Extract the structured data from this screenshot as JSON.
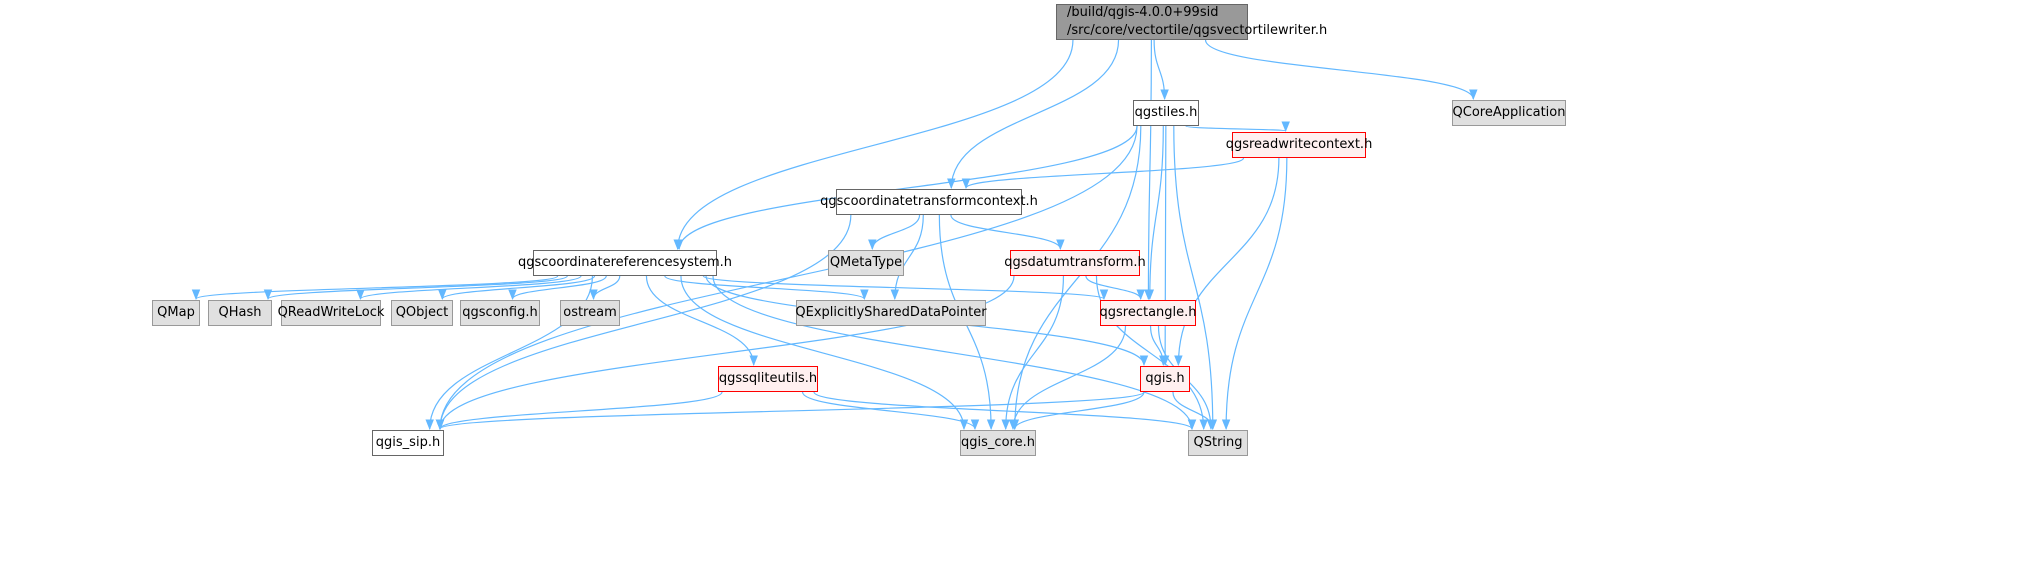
{
  "colors": {
    "edge": "#63b8ff",
    "root_fill": "#999999",
    "gray_fill": "#e0e0e0",
    "red_border": "#ff0000"
  },
  "nodes": [
    {
      "id": "root",
      "label": "/build/qgis-4.0.0+99sid\n/src/core/vectortile/qgsvectortilewriter.h",
      "style": "root"
    },
    {
      "id": "qgstiles",
      "label": "qgstiles.h",
      "style": "white"
    },
    {
      "id": "qcoreapp",
      "label": "QCoreApplication",
      "style": "gray"
    },
    {
      "id": "readwrite",
      "label": "qgsreadwritecontext.h",
      "style": "red"
    },
    {
      "id": "transformctx",
      "label": "qgscoordinatetransformcontext.h",
      "style": "white"
    },
    {
      "id": "crs",
      "label": "qgscoordinatereferencesystem.h",
      "style": "white"
    },
    {
      "id": "qmetatype",
      "label": "QMetaType",
      "style": "gray"
    },
    {
      "id": "datum",
      "label": "qgsdatumtransform.h",
      "style": "red"
    },
    {
      "id": "qmap",
      "label": "QMap",
      "style": "gray"
    },
    {
      "id": "qhash",
      "label": "QHash",
      "style": "gray"
    },
    {
      "id": "qrwlock",
      "label": "QReadWriteLock",
      "style": "gray"
    },
    {
      "id": "qobject",
      "label": "QObject",
      "style": "gray"
    },
    {
      "id": "qgsconfig",
      "label": "qgsconfig.h",
      "style": "gray"
    },
    {
      "id": "ostream",
      "label": "ostream",
      "style": "gray"
    },
    {
      "id": "qexplicit",
      "label": "QExplicitlySharedDataPointer",
      "style": "gray"
    },
    {
      "id": "rectangle",
      "label": "qgsrectangle.h",
      "style": "red"
    },
    {
      "id": "sqlite",
      "label": "qgssqliteutils.h",
      "style": "red"
    },
    {
      "id": "qgis",
      "label": "qgis.h",
      "style": "red"
    },
    {
      "id": "qgissip",
      "label": "qgis_sip.h",
      "style": "white"
    },
    {
      "id": "qgiscore",
      "label": "qgis_core.h",
      "style": "gray"
    },
    {
      "id": "qstring",
      "label": "QString",
      "style": "gray"
    }
  ],
  "edges": [
    [
      "root",
      "qgstiles"
    ],
    [
      "root",
      "qcoreapp"
    ],
    [
      "root",
      "crs"
    ],
    [
      "root",
      "transformctx"
    ],
    [
      "root",
      "rectangle"
    ],
    [
      "qgstiles",
      "readwrite"
    ],
    [
      "qgstiles",
      "crs"
    ],
    [
      "qgstiles",
      "qgissip"
    ],
    [
      "qgstiles",
      "qgiscore"
    ],
    [
      "qgstiles",
      "rectangle"
    ],
    [
      "qgstiles",
      "qgis"
    ],
    [
      "qgstiles",
      "qstring"
    ],
    [
      "readwrite",
      "transformctx"
    ],
    [
      "readwrite",
      "qgis"
    ],
    [
      "readwrite",
      "qstring"
    ],
    [
      "transformctx",
      "qgissip"
    ],
    [
      "transformctx",
      "qmetatype"
    ],
    [
      "transformctx",
      "qexplicit"
    ],
    [
      "transformctx",
      "qgiscore"
    ],
    [
      "transformctx",
      "datum"
    ],
    [
      "crs",
      "qmap"
    ],
    [
      "crs",
      "qhash"
    ],
    [
      "crs",
      "qrwlock"
    ],
    [
      "crs",
      "qobject"
    ],
    [
      "crs",
      "qgsconfig"
    ],
    [
      "crs",
      "ostream"
    ],
    [
      "crs",
      "qexplicit"
    ],
    [
      "crs",
      "rectangle"
    ],
    [
      "crs",
      "sqlite"
    ],
    [
      "crs",
      "qgiscore"
    ],
    [
      "crs",
      "qgissip"
    ],
    [
      "crs",
      "qgis"
    ],
    [
      "crs",
      "qstring"
    ],
    [
      "datum",
      "rectangle"
    ],
    [
      "datum",
      "qgissip"
    ],
    [
      "datum",
      "qgiscore"
    ],
    [
      "datum",
      "qstring"
    ],
    [
      "rectangle",
      "qgis"
    ],
    [
      "rectangle",
      "qgiscore"
    ],
    [
      "rectangle",
      "qstring"
    ],
    [
      "sqlite",
      "qgissip"
    ],
    [
      "sqlite",
      "qgiscore"
    ],
    [
      "sqlite",
      "qstring"
    ],
    [
      "qgis",
      "qgissip"
    ],
    [
      "qgis",
      "qgiscore"
    ],
    [
      "qgis",
      "qstring"
    ]
  ]
}
